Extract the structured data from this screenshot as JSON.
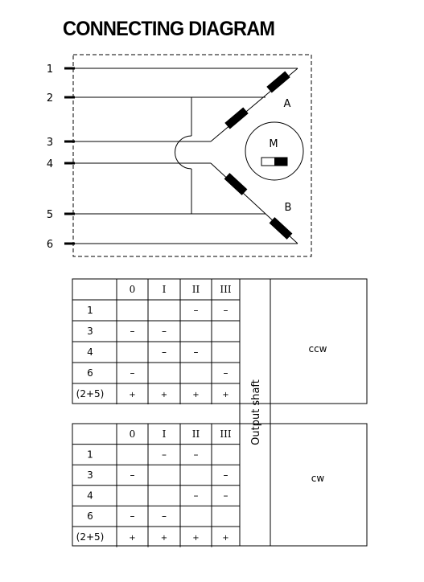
{
  "title": "CONNECTING DIAGRAM",
  "terminals": [
    "1",
    "2",
    "3",
    "4",
    "5",
    "6"
  ],
  "coil_labels": {
    "a": "A",
    "b": "B"
  },
  "motor_label": "M",
  "shaft_label": "Output shaft",
  "table_ccw": {
    "headers": [
      "0",
      "I",
      "II",
      "III"
    ],
    "rows": [
      {
        "label": "1",
        "cells": [
          "",
          "",
          "–",
          "–"
        ]
      },
      {
        "label": "3",
        "cells": [
          "–",
          "–",
          "",
          ""
        ]
      },
      {
        "label": "4",
        "cells": [
          "",
          "–",
          "–",
          ""
        ]
      },
      {
        "label": "6",
        "cells": [
          "–",
          "",
          "",
          "–"
        ]
      },
      {
        "label": "(2+5)",
        "cells": [
          "+",
          "+",
          "+",
          "+"
        ]
      }
    ],
    "direction": "ccw"
  },
  "table_cw": {
    "headers": [
      "0",
      "I",
      "II",
      "III"
    ],
    "rows": [
      {
        "label": "1",
        "cells": [
          "",
          "–",
          "–",
          ""
        ]
      },
      {
        "label": "3",
        "cells": [
          "–",
          "",
          "",
          "–"
        ]
      },
      {
        "label": "4",
        "cells": [
          "",
          "",
          "–",
          "–"
        ]
      },
      {
        "label": "6",
        "cells": [
          "–",
          "–",
          "",
          ""
        ]
      },
      {
        "label": "(2+5)",
        "cells": [
          "+",
          "+",
          "+",
          "+"
        ]
      }
    ],
    "direction": "cw"
  }
}
